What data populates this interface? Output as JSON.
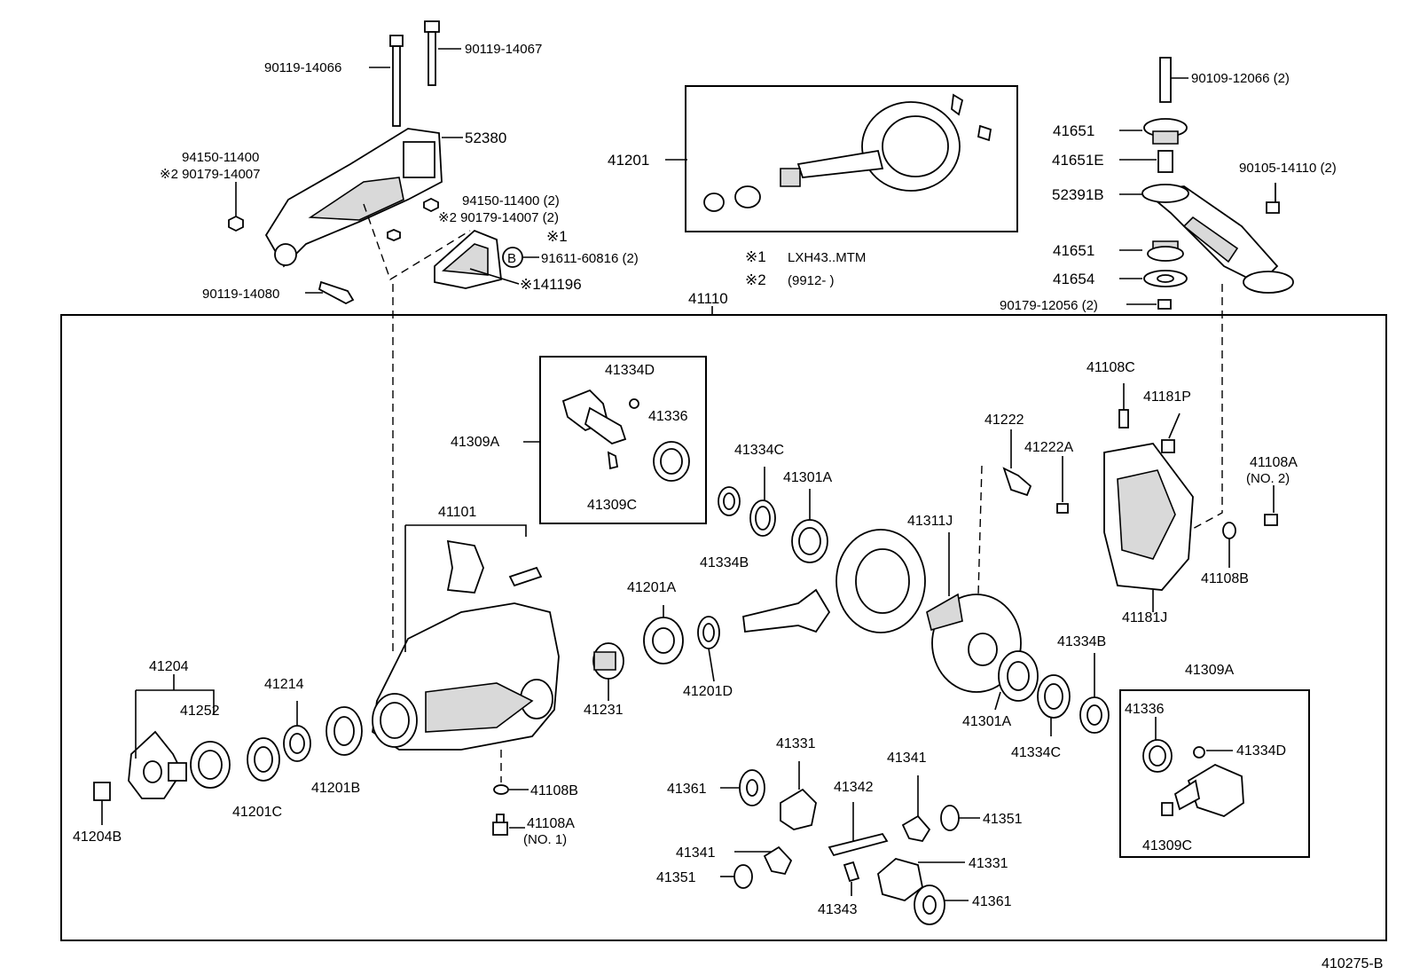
{
  "labels": {
    "p90119_14066": "90119-14066",
    "p90119_14067": "90119-14067",
    "p52380": "52380",
    "p94150_11400": "94150-11400",
    "p90179_14007": "※2 90179-14007",
    "p94150_11400_2": "94150-11400 (2)",
    "p90179_14007_2": "※2 90179-14007 (2)",
    "mark1": "※1",
    "p91611": "91611-60816 (2)",
    "p141196": "※141196",
    "p90119_14080": "90119-14080",
    "p41201": "41201",
    "p90109": "90109-12066 (2)",
    "p41651_a": "41651",
    "p41651e": "41651E",
    "p90105": "90105-14110 (2)",
    "p52391b": "52391B",
    "p41651_b": "41651",
    "p41654": "41654",
    "p90179_12056": "90179-12056 (2)",
    "p41110": "41110",
    "p41334d_a": "41334D",
    "p41336_a": "41336",
    "p41309a_a": "41309A",
    "p41309c_a": "41309C",
    "p41334c_a": "41334C",
    "p41301a_a": "41301A",
    "p41334b_a": "41334B",
    "p41101": "41101",
    "p41108c": "41108C",
    "p41181p": "41181P",
    "p41222": "41222",
    "p41222a": "41222A",
    "p41108a_2": "41108A",
    "p41108a_2n": "(NO. 2)",
    "p41311j": "41311J",
    "p41108b_a": "41108B",
    "p41181j": "41181J",
    "p41201a": "41201A",
    "p41231": "41231",
    "p41201d": "41201D",
    "p41204": "41204",
    "p41252": "41252",
    "p41214": "41214",
    "p41201c": "41201C",
    "p41201b": "41201B",
    "p41204b": "41204B",
    "p41108b_b": "41108B",
    "p41108a_1": "41108A",
    "p41108a_1n": "(NO. 1)",
    "p41301a_b": "41301A",
    "p41334c_b": "41334C",
    "p41334b_b": "41334B",
    "p41309a_b": "41309A",
    "p41336_b": "41336",
    "p41334d_b": "41334D",
    "p41309c_b": "41309C",
    "p41331_a": "41331",
    "p41361_a": "41361",
    "p41342": "41342",
    "p41341_a": "41341",
    "p41351_a": "41351",
    "p41341_b": "41341",
    "p41351_b": "41351",
    "p41331_b": "41331",
    "p41343": "41343",
    "p41361_b": "41361"
  },
  "legend": {
    "note1_mark": "※1",
    "note1_text": "LXH43..MTM",
    "note2_mark": "※2",
    "note2_text": "(9912-     )"
  },
  "callout_letter": "B",
  "diagram_id": "410275-B"
}
